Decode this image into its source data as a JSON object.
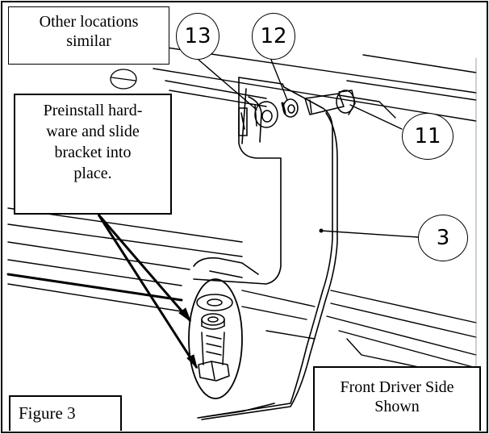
{
  "notes": {
    "other_locations": "Other locations\nsimilar",
    "preinstall": "Preinstall hard-\nware and slide\nbracket into\nplace.",
    "figure": "Figure 3",
    "driver_side": "Front Driver Side\nShown"
  },
  "callouts": {
    "c13": "13",
    "c12": "12",
    "c11": "11",
    "c3": "3"
  }
}
